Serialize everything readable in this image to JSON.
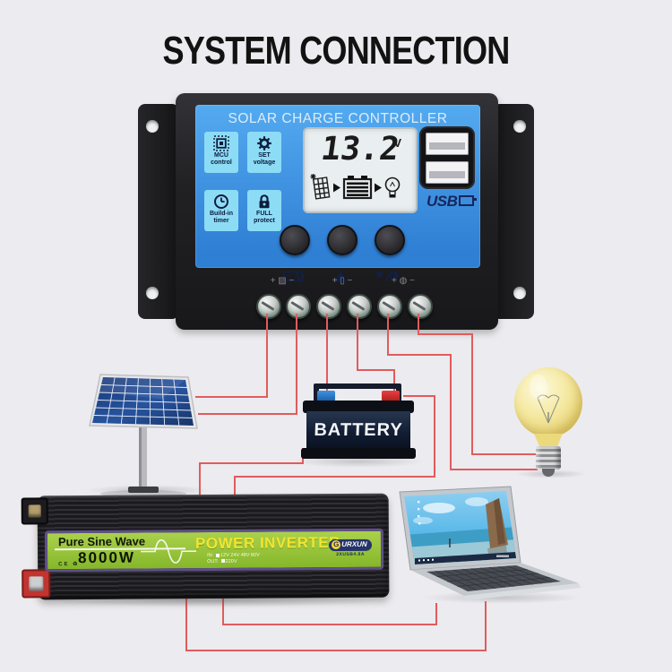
{
  "page": {
    "title": "SYSTEM CONNECTION"
  },
  "controller": {
    "header": "SOLAR CHARGE CONTROLLER",
    "features": [
      {
        "name": "mcu-control",
        "line1": "MCU",
        "line2": "control"
      },
      {
        "name": "set-voltage",
        "line1": "SET",
        "line2": "voltage"
      },
      {
        "name": "build-in-timer",
        "line1": "Build-in",
        "line2": "timer"
      },
      {
        "name": "full-protect",
        "line1": "FULL",
        "line2": "protect"
      }
    ],
    "lcd": {
      "voltage_value": "13.2",
      "voltage_unit": "V"
    },
    "usb_logo": "USB",
    "terminal_marks": [
      "+ ▨ −",
      "+ ▯ −",
      "+ ◍ −"
    ]
  },
  "battery": {
    "label": "BATTERY"
  },
  "inverter": {
    "tagline": "Pure Sine Wave",
    "power": "8000W",
    "title": "POWER INVERTER",
    "cert": "CE ♻",
    "spec_row1_label": "IN:",
    "spec_row1": "12V 24V 48V 60V",
    "spec_row2_label": "OUT:",
    "spec_row2": "220V",
    "brand_initial": "G",
    "brand_rest": "URXUN",
    "brand_sub": "2XUSB4.8A"
  },
  "colors": {
    "wire": "#e05c5c",
    "controller_panel": "#3a8ee2",
    "tile_blue": "#8ddcf6",
    "inverter_green": "#96c238",
    "inverter_title_yellow": "#f3e52f",
    "background": "#ecebef"
  }
}
